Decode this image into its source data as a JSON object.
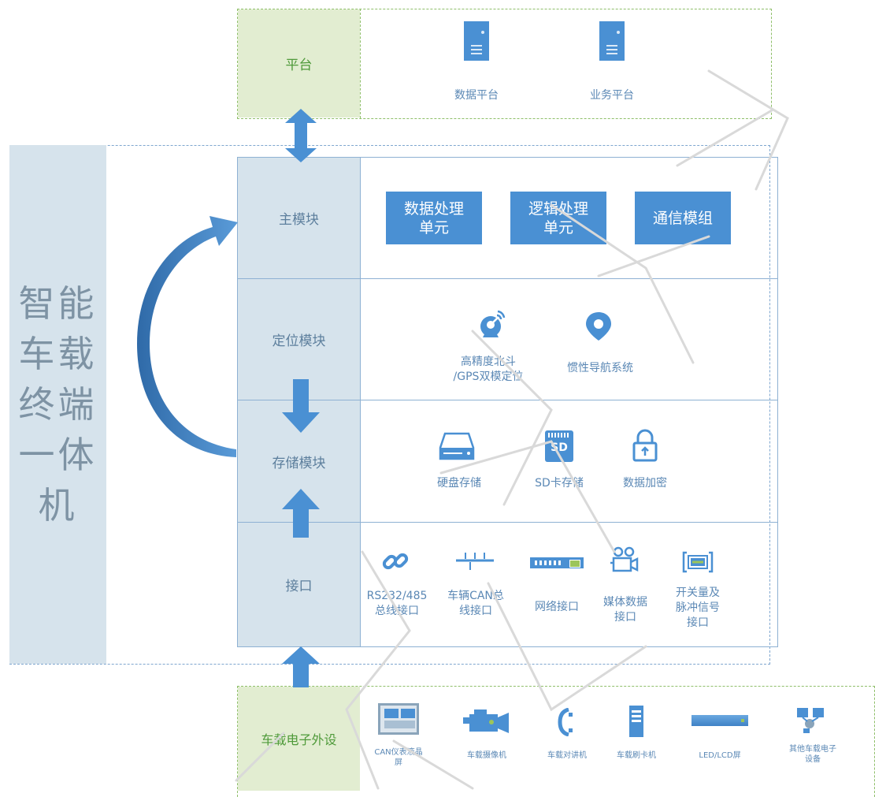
{
  "title_vertical": "智能车载终端一体机",
  "platform": {
    "label": "平台",
    "servers": [
      {
        "label": "数据平台"
      },
      {
        "label": "业务平台"
      }
    ]
  },
  "main_module": {
    "label": "主模块",
    "units": [
      "数据处理\n单元",
      "逻辑处理\n单元",
      "通信模组"
    ]
  },
  "positioning_module": {
    "label": "定位模块",
    "items": [
      {
        "label": "高精度北斗\n/GPS双模定位",
        "icon": "satellite-dish-icon"
      },
      {
        "label": "惯性导航系统",
        "icon": "location-pin-icon"
      }
    ]
  },
  "storage_module": {
    "label": "存储模块",
    "items": [
      {
        "label": "硬盘存储",
        "icon": "hard-disk-icon"
      },
      {
        "label": "SD卡存储",
        "icon": "sd-card-icon"
      },
      {
        "label": "数据加密",
        "icon": "padlock-icon"
      }
    ],
    "sd_text": "SD"
  },
  "interface_module": {
    "label": "接口",
    "items": [
      {
        "label": "RS232/485\n总线接口",
        "icon": "chain-link-icon"
      },
      {
        "label": "车辆CAN总\n线接口",
        "icon": "bus-line-icon"
      },
      {
        "label": "网络接口",
        "icon": "network-switch-icon"
      },
      {
        "label": "媒体数据\n接口",
        "icon": "video-camera-icon"
      },
      {
        "label": "开关量及\n脉冲信号\n接口",
        "icon": "pulse-signal-icon"
      }
    ]
  },
  "peripherals": {
    "label": "车载电子外设",
    "items": [
      {
        "label": "CAN仪表液晶\n屏",
        "icon": "dashboard-screen-icon"
      },
      {
        "label": "车载摄像机",
        "icon": "camcorder-icon"
      },
      {
        "label": "车载对讲机",
        "icon": "walkie-talkie-icon"
      },
      {
        "label": "车载刷卡机",
        "icon": "card-reader-icon"
      },
      {
        "label": "LED/LCD屏",
        "icon": "led-panel-icon"
      },
      {
        "label": "其他车载电子\n设备",
        "icon": "other-device-icon"
      }
    ]
  },
  "colors": {
    "accent_blue": "#4a90d3",
    "light_blue": "#d6e3ec",
    "light_green": "#e2edd1",
    "green_text": "#4f9a3a"
  }
}
